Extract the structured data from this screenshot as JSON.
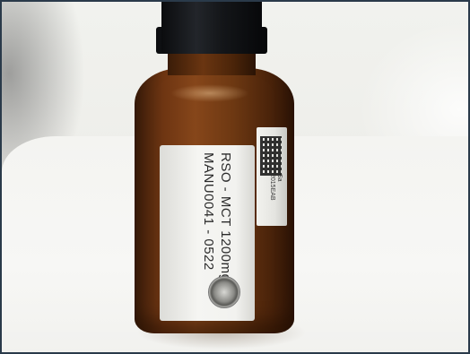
{
  "photo": {
    "label_line_1": "RSO - MCT 1200mg",
    "label_line_2": "MANU0041 - 0522",
    "side_label_fragment_1": "Sa",
    "side_label_fragment_2": "2015EAB",
    "colors": {
      "frame_border": "#2a3a4a",
      "bottle_amber": "#86461a",
      "cap_black": "#141619",
      "label_white": "#f5f5f2"
    }
  }
}
